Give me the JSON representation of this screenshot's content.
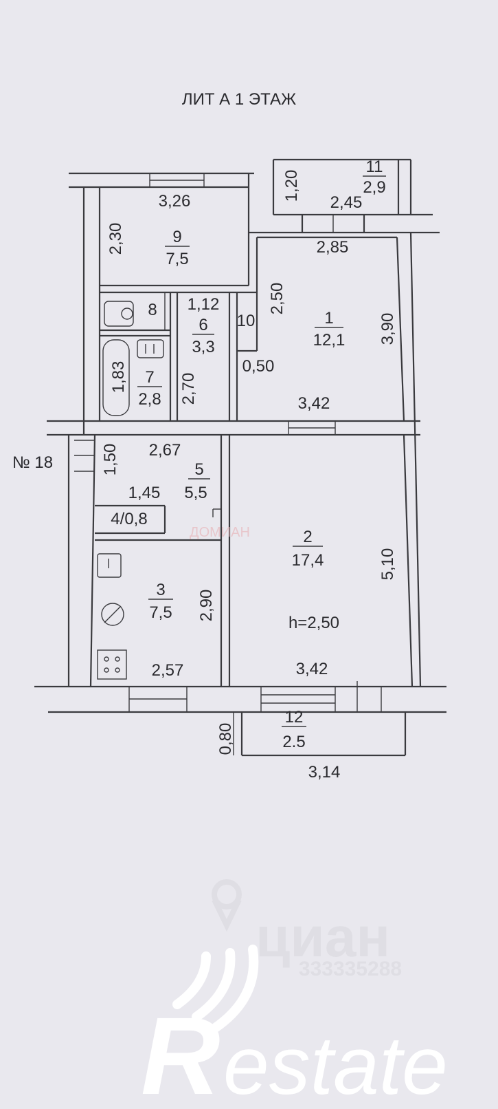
{
  "title": "ЛИТ А 1 ЭТАЖ",
  "apartment_number": "№ 18",
  "rooms": [
    {
      "id": "9",
      "area": "7,5"
    },
    {
      "id": "8",
      "area": ""
    },
    {
      "id": "6",
      "area": "3,3"
    },
    {
      "id": "10",
      "area": ""
    },
    {
      "id": "1",
      "area": "12,1"
    },
    {
      "id": "7",
      "area": "2,8"
    },
    {
      "id": "5",
      "area": "5,5"
    },
    {
      "id": "4/0,8",
      "area": ""
    },
    {
      "id": "3",
      "area": "7,5"
    },
    {
      "id": "2",
      "area": "17,4"
    },
    {
      "id": "11",
      "area": "2,9"
    },
    {
      "id": "12",
      "area": "2.5"
    }
  ],
  "dimensions": {
    "r9_width": "3,26",
    "r9_height": "2,30",
    "r11_width": "2,45",
    "r11_height": "1,20",
    "r1_top": "2,85",
    "r1_inner": "2,50",
    "r1_right": "3,90",
    "r1_bottom": "3,42",
    "r10_width": "0,50",
    "r6_width": "1,12",
    "r6_height": "2,70",
    "r7_height": "1,83",
    "r5_width": "2,67",
    "r5_height": "1,50",
    "r5_inner": "1,45",
    "r3_height": "2,90",
    "r3_width": "2,57",
    "r2_height": "5,10",
    "r2_width": "3,42",
    "r12_height": "0,80",
    "r12_width": "3,14"
  },
  "ceiling_height": "h=2,50",
  "watermark": {
    "brand": "циан",
    "id": "333335288",
    "small_brand": "ДОМИАН"
  },
  "logo": {
    "text": "estate",
    "letter": "R"
  }
}
